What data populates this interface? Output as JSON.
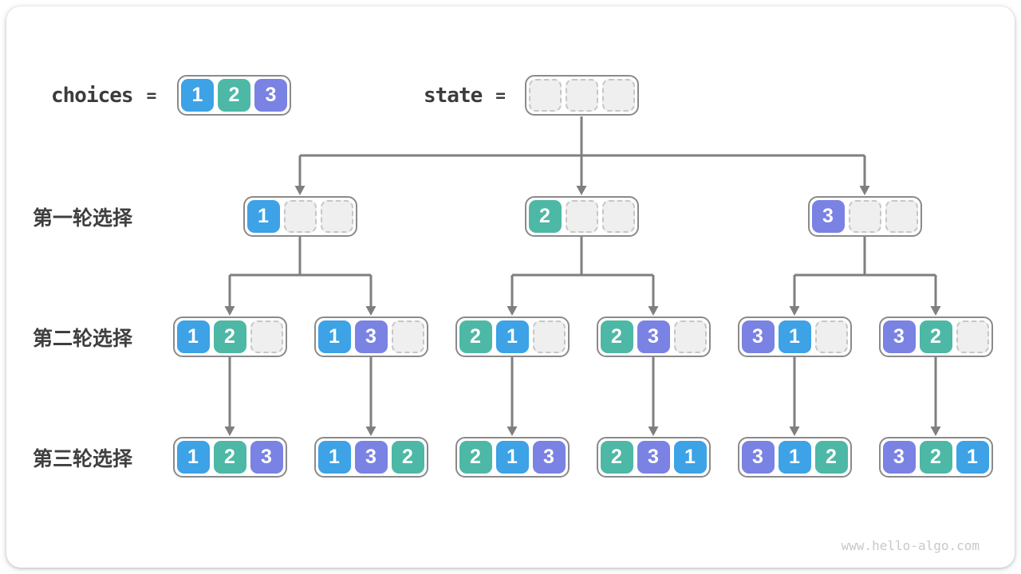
{
  "page": {
    "watermark": "www.hello-algo.com"
  },
  "palette": {
    "value_colors": {
      "1": "#3da2e6",
      "2": "#4db8a5",
      "3": "#7a82e3"
    },
    "empty_fill": "#efefef",
    "empty_border": "#c6c6c6",
    "node_border": "#8a8a8a",
    "connector": "#7f7f7f",
    "text_dark": "#3c3c3c"
  },
  "header": {
    "choices_label": "choices",
    "equals_sign": "=",
    "choices_values": [
      "1",
      "2",
      "3"
    ],
    "state_label": "state",
    "state_values": [
      null,
      null,
      null
    ]
  },
  "levels": [
    {
      "label": "第一轮选择",
      "nodes": [
        [
          "1",
          null,
          null
        ],
        [
          "2",
          null,
          null
        ],
        [
          "3",
          null,
          null
        ]
      ]
    },
    {
      "label": "第二轮选择",
      "nodes": [
        [
          "1",
          "2",
          null
        ],
        [
          "1",
          "3",
          null
        ],
        [
          "2",
          "1",
          null
        ],
        [
          "2",
          "3",
          null
        ],
        [
          "3",
          "1",
          null
        ],
        [
          "3",
          "2",
          null
        ]
      ]
    },
    {
      "label": "第三轮选择",
      "nodes": [
        [
          "1",
          "2",
          "3"
        ],
        [
          "1",
          "3",
          "2"
        ],
        [
          "2",
          "1",
          "3"
        ],
        [
          "2",
          "3",
          "1"
        ],
        [
          "3",
          "1",
          "2"
        ],
        [
          "3",
          "2",
          "1"
        ]
      ]
    }
  ]
}
